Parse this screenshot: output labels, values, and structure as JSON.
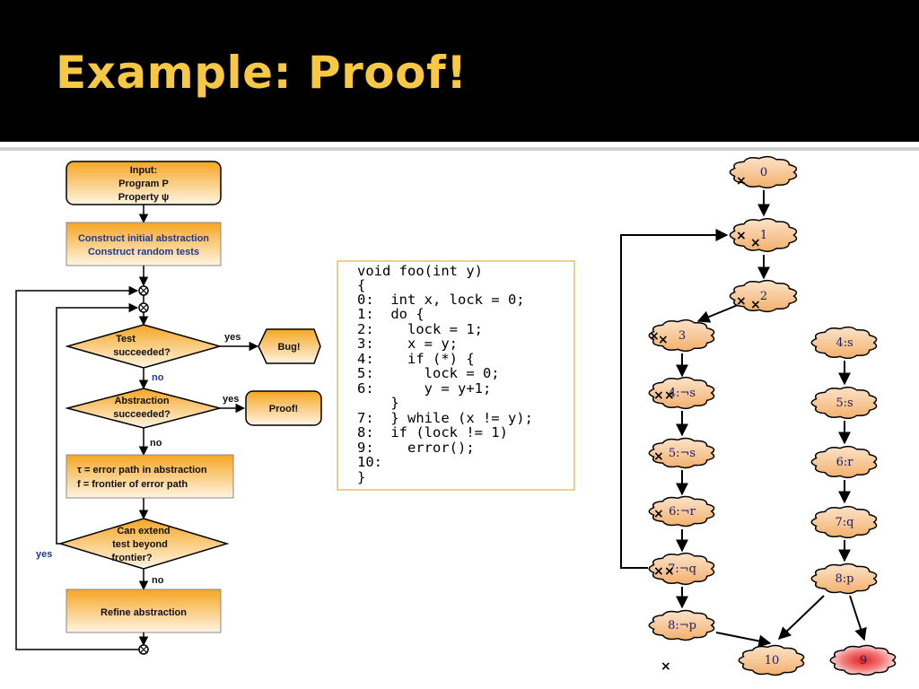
{
  "slide": {
    "title": "Example: Proof!"
  },
  "flowchart": {
    "input_lines": [
      "Input:",
      "Program P",
      "Property ψ"
    ],
    "construct_lines": [
      "Construct initial abstraction",
      "Construct random tests"
    ],
    "test_lines": [
      "Test",
      "succeeded?"
    ],
    "bug_label": "Bug!",
    "abstraction_lines": [
      "Abstraction",
      "succeeded?"
    ],
    "proof_label": "Proof!",
    "error_path_lines": [
      "τ = error path in abstraction",
      "f =  frontier of error path"
    ],
    "extend_lines": [
      "Can extend",
      "test  beyond",
      "frontier?"
    ],
    "refine_label": "Refine abstraction",
    "edge_labels": {
      "yes_test": "yes",
      "no_test": "no",
      "yes_abs": "yes",
      "no_abs": "no",
      "yes_extend": "yes",
      "no_extend": "no"
    }
  },
  "code_lines": [
    "void foo(int y)",
    "{",
    "0:  int x, lock = 0;",
    "1:  do {",
    "2:    lock = 1;",
    "3:    x = y;",
    "4:    if (*) {",
    "5:      lock = 0;",
    "6:      y = y+1;",
    "    }",
    "7:  } while (x != y);",
    "8:  if (lock != 1)",
    "9:    error();",
    "10:",
    "}"
  ],
  "graph": {
    "nodes": [
      "0",
      "1",
      "2",
      "3",
      "4:¬s",
      "5:¬s",
      "6:¬r",
      "7:¬q",
      "8:¬p",
      "4:s",
      "5:s",
      "6:r",
      "7:q",
      "8:p",
      "10",
      "9"
    ],
    "mark": "×",
    "colors": {
      "cloud_top": "#fbe3c9",
      "cloud_bottom": "#f3b06c",
      "error_node": "#e32020"
    }
  },
  "colors": {
    "title": "#f7c843",
    "box_top": "#f5a623",
    "box_bottom": "#fff4e3",
    "code_border": "#e8c067"
  }
}
